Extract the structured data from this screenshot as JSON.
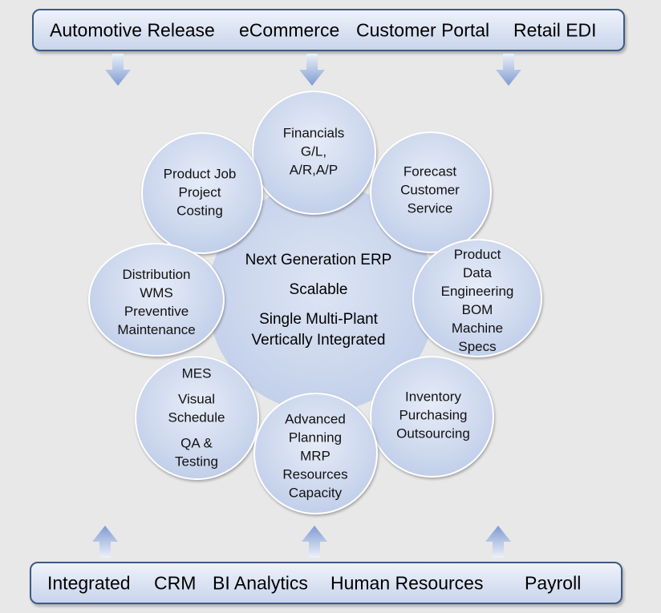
{
  "top_bar": {
    "items": [
      "Automotive Release",
      "eCommerce",
      "Customer Portal",
      "Retail EDI"
    ]
  },
  "bottom_bar": {
    "items": [
      "Integrated",
      "CRM",
      "BI Analytics",
      "Human Resources",
      "Payroll"
    ]
  },
  "center": {
    "line1": "Next Generation ERP",
    "line2": "Scalable",
    "line3": "Single  Multi-Plant",
    "line4": "Vertically Integrated"
  },
  "modules": {
    "financials": {
      "lines": [
        "Financials",
        "G/L,",
        "A/R,A/P"
      ]
    },
    "forecast": {
      "lines": [
        "Forecast",
        "Customer",
        "Service"
      ]
    },
    "product_data": {
      "lines": [
        "Product",
        "Data",
        "Engineering",
        "BOM",
        "Machine",
        "Specs"
      ]
    },
    "inventory": {
      "lines": [
        "Inventory",
        "Purchasing",
        "Outsourcing"
      ]
    },
    "advanced_planning": {
      "lines": [
        "Advanced",
        "Planning",
        "MRP",
        "Resources",
        "Capacity"
      ]
    },
    "mes": {
      "lines": [
        "MES",
        "Visual",
        "Schedule",
        "QA &",
        "Testing"
      ]
    },
    "distribution": {
      "lines": [
        "Distribution",
        "WMS",
        "Preventive",
        "Maintenance"
      ]
    },
    "product_job": {
      "lines": [
        "Product Job",
        "Project",
        "Costing"
      ]
    }
  },
  "colors": {
    "bar_border": "#3c5a87",
    "arrow_top": "#7f9bd1",
    "arrow_bottom": "#edf1f9"
  }
}
